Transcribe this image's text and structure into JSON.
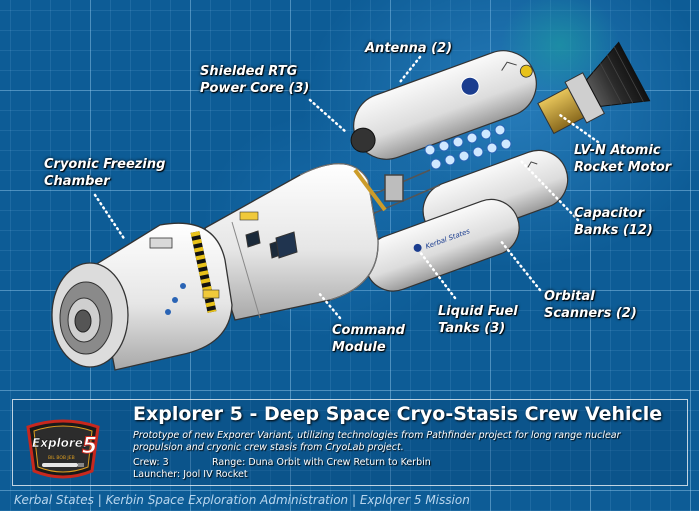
{
  "colors": {
    "background": "#0d5c96",
    "grid": "#a0d2f5",
    "hull": "#f2f2f2",
    "engine": "#222222",
    "patch_red": "#c8281e"
  },
  "callouts": {
    "antenna": "Antenna (2)",
    "rtg_line1": "Shielded RTG",
    "rtg_line2": "Power Core (3)",
    "cryo_line1": "Cryonic Freezing",
    "cryo_line2": "Chamber",
    "lvn_line1": "LV-N Atomic",
    "lvn_line2": "Rocket Motor",
    "cap_line1": "Capacitor",
    "cap_line2": "Banks (12)",
    "orbital_line1": "Orbital",
    "orbital_line2": "Scanners (2)",
    "fuel_line1": "Liquid Fuel",
    "fuel_line2": "Tanks (3)",
    "cmd_line1": "Command",
    "cmd_line2": "Module"
  },
  "hull_text": {
    "tank_label": "Kerbal States"
  },
  "patch": {
    "name": "Explorer",
    "number": "5",
    "crew_names": "BIL  BOB  JEB"
  },
  "info": {
    "title": "Explorer 5 - Deep Space Cryo-Stasis Crew Vehicle",
    "description": "Prototype of new Exporer Variant, utilizing technologies from Pathfinder project for long range nuclear propulsion and cryonic crew stasis from CryoLab project.",
    "crew": "Crew: 3",
    "range": "Range:  Duna Orbit with Crew Return to Kerbin",
    "launcher": "Launcher:  Jool IV Rocket"
  },
  "footer": "Kerbal States | Kerbin Space Exploration Administration | Explorer 5 Mission"
}
